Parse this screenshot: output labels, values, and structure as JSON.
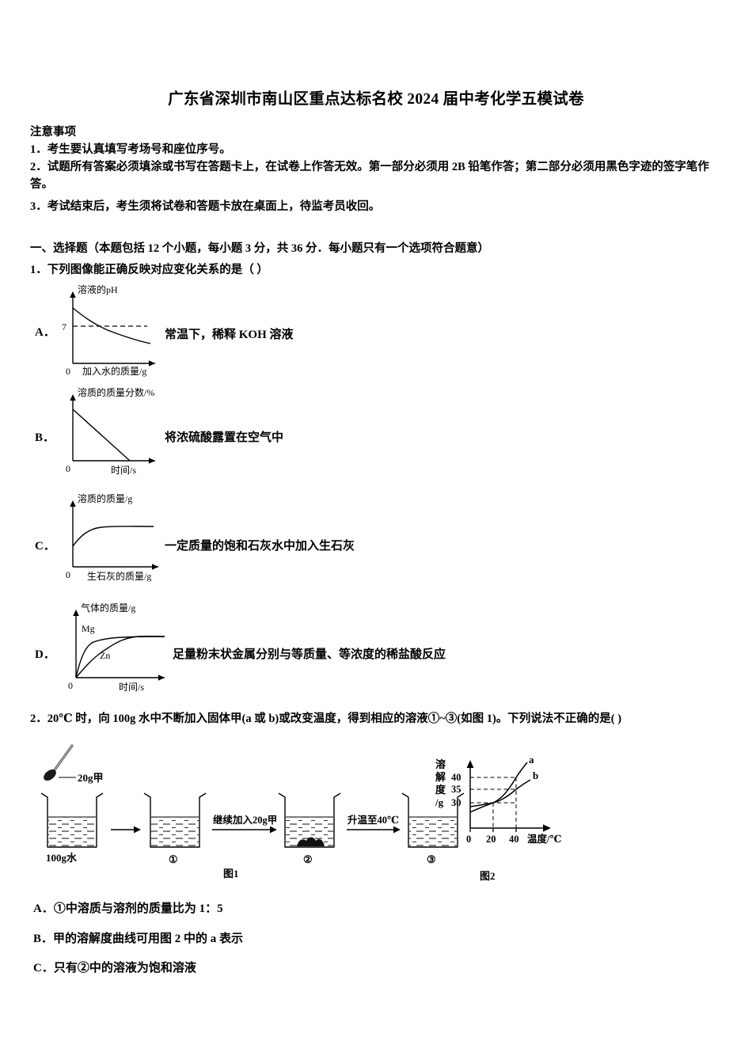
{
  "document": {
    "title": "广东省深圳市南山区重点达标名校 2024 届中考化学五模试卷",
    "notice_heading": "注意事项",
    "notice_items": [
      "1．考生要认真填写考场号和座位序号。",
      "2．试题所有答案必须填涂或书写在答题卡上，在试卷上作答无效。第一部分必须用 2B 铅笔作答；第二部分必须用黑色字迹的签字笔作答。",
      "3．考试结束后，考生须将试卷和答题卡放在桌面上，待监考员收回。"
    ],
    "section_heading": "一、选择题（本题包括 12 个小题，每小题 3 分，共 36 分．每小题只有一个选项符合题意）"
  },
  "question1": {
    "stem": "1．下列图像能正确反映对应变化关系的是（    ）",
    "options": [
      {
        "letter": "A．",
        "caption": "常温下，稀释 KOH 溶液",
        "y_axis_label": "溶液的pH",
        "x_axis_label": "加入水的质量/g",
        "origin_label": "0",
        "marked_value": "7",
        "curve_type": "decaying-crossing-7"
      },
      {
        "letter": "B．",
        "caption": "将浓硫酸露置在空气中",
        "y_axis_label": "溶质的质量分数/%",
        "x_axis_label": "时间/s",
        "origin_label": "0",
        "curve_type": "linear-decline-to-zero"
      },
      {
        "letter": "C．",
        "caption": "一定质量的饱和石灰水中加入生石灰",
        "y_axis_label": "溶质的质量/g",
        "x_axis_label": "生石灰的质量/g",
        "origin_label": "0",
        "curve_type": "rising-saturation"
      },
      {
        "letter": "D．",
        "caption": "足量粉末状金属分别与等质量、等浓度的稀盐酸反应",
        "y_axis_label": "气体的质量/g",
        "x_axis_label": "时间/s",
        "origin_label": "0",
        "series_labels": [
          "Mg",
          "Zn"
        ],
        "curve_type": "two-rising-same-plateau"
      }
    ]
  },
  "question2": {
    "stem": "2．20℃ 时，向 100g 水中不断加入固体甲(a 或 b)或改变温度，得到相应的溶液①~③(如图 1)。下列说法不正确的是( )",
    "figure1": {
      "caption": "图1",
      "spoon_label": "20g甲",
      "beaker_initial_label": "100g水",
      "arrow2_label": "继续加入20g甲",
      "arrow3_label": "升温至40℃",
      "beaker_numbers": [
        "①",
        "②",
        "③"
      ]
    },
    "options": [
      "A．①中溶质与溶剂的质量比为 1：5",
      "B．甲的溶解度曲线可用图 2 中的 a 表示",
      "C．只有②中的溶液为饱和溶液"
    ]
  },
  "chart_data": {
    "type": "line",
    "title": "图2",
    "xlabel": "温度/℃",
    "ylabel": "溶解度 /g",
    "ylabel_chars": [
      "溶",
      "解",
      "度",
      "/g"
    ],
    "xticks": [
      0,
      20,
      40
    ],
    "xtick_labels": [
      "0",
      "20",
      "40"
    ],
    "yticks": [
      30,
      35,
      40
    ],
    "ytick_labels": [
      "30",
      "35",
      "40"
    ],
    "xlim": [
      0,
      48
    ],
    "ylim": [
      18,
      52
    ],
    "grid": false,
    "dashed_guides": [
      {
        "y": 30,
        "x_to": 20
      },
      {
        "y": 35,
        "x_to": 40
      },
      {
        "y": 40,
        "x_to": 40
      }
    ],
    "series": [
      {
        "name": "a",
        "label": "a",
        "x": [
          0,
          10,
          20,
          30,
          40,
          46
        ],
        "values": [
          22,
          26,
          30,
          34.5,
          40,
          46
        ]
      },
      {
        "name": "b",
        "label": "b",
        "x": [
          0,
          10,
          20,
          30,
          40,
          46
        ],
        "values": [
          27,
          28.5,
          30,
          32.5,
          35,
          37
        ]
      }
    ],
    "intersection": {
      "x": 20,
      "y": 30
    },
    "legend_position": "inline-right-of-curves"
  }
}
